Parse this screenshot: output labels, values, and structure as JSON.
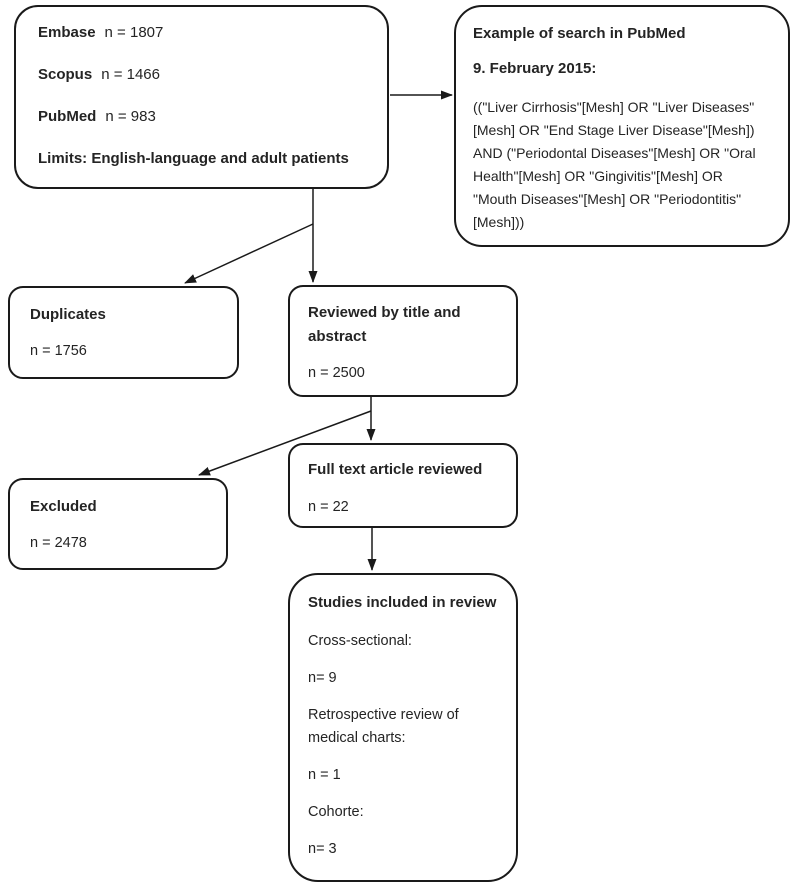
{
  "colors": {
    "box_border": "#1a1a1a",
    "text": "#242424",
    "background": "#ffffff"
  },
  "sources_box": {
    "items": [
      {
        "label": "Embase",
        "value": "n = 1807"
      },
      {
        "label": "Scopus",
        "value": "n = 1466"
      },
      {
        "label": "PubMed",
        "value": "n = 983"
      }
    ],
    "limits": "Limits: English-language and adult patients"
  },
  "search_box": {
    "title": "Example of search in PubMed",
    "date": "9. February 2015:",
    "query": "((\"Liver Cirrhosis\"[Mesh] OR \"Liver Diseases\"[Mesh] OR \"End Stage Liver Disease\"[Mesh]) AND (\"Periodontal Diseases\"[Mesh] OR \"Oral Health\"[Mesh] OR \"Gingivitis\"[Mesh] OR \"Mouth Diseases\"[Mesh] OR \"Periodontitis\"[Mesh]))"
  },
  "duplicates_box": {
    "title": "Duplicates",
    "count": "n = 1756"
  },
  "title_abstract_box": {
    "title": "Reviewed by title and abstract",
    "count": "n = 2500"
  },
  "excluded_box": {
    "title": "Excluded",
    "count": "n = 2478"
  },
  "full_text_box": {
    "title": "Full text article reviewed",
    "count": "n = 22"
  },
  "included_box": {
    "title": "Studies included in review",
    "entries": [
      {
        "label": "Cross-sectional:",
        "count": "n= 9"
      },
      {
        "label": "Retrospective review of medical charts:",
        "count": "n = 1"
      },
      {
        "label": "Cohorte:",
        "count": "n= 3"
      }
    ]
  },
  "connections": [
    {
      "from": "sources",
      "to": "search-example"
    },
    {
      "from": "sources",
      "to": "duplicates"
    },
    {
      "from": "sources",
      "to": "reviewed-by-title-and-abstract"
    },
    {
      "from": "reviewed-by-title-and-abstract",
      "to": "excluded"
    },
    {
      "from": "reviewed-by-title-and-abstract",
      "to": "full-text-article-reviewed"
    },
    {
      "from": "full-text-article-reviewed",
      "to": "studies-included-in-review"
    }
  ]
}
